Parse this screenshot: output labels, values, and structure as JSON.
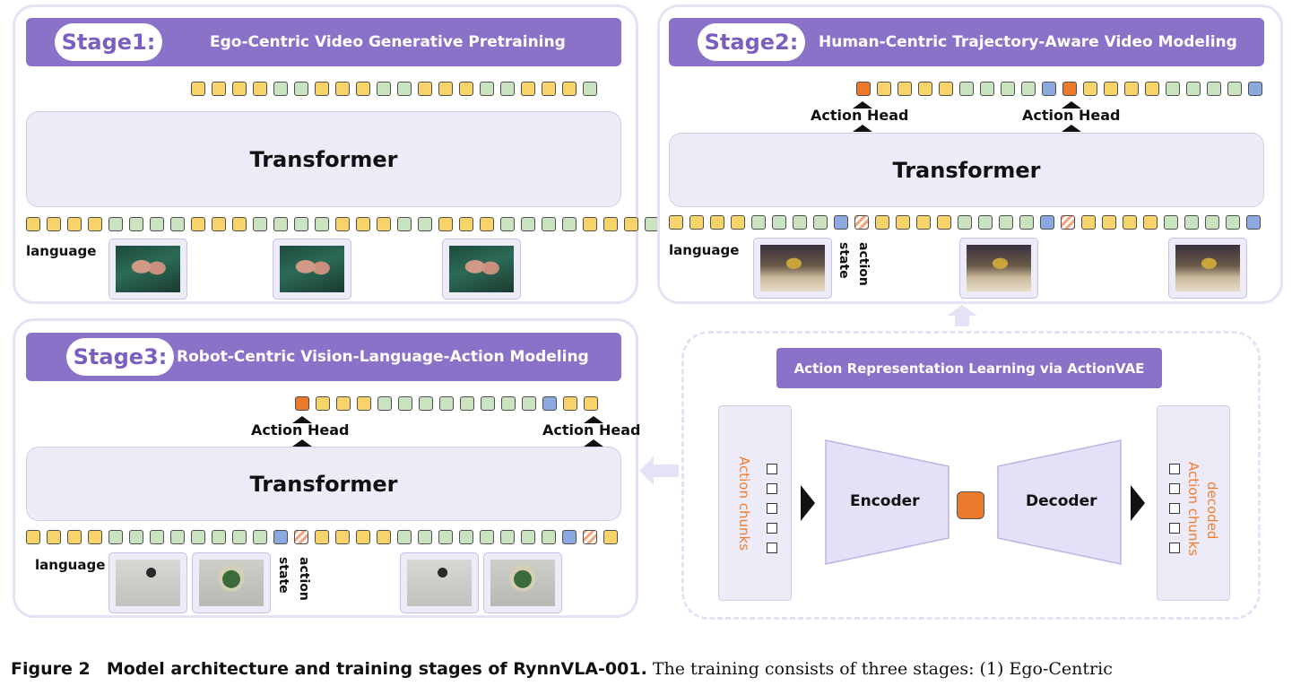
{
  "stage1": {
    "pill": "Stage1:",
    "title": "Ego-Centric Video Generative Pretraining",
    "transformer": "Transformer",
    "language": "language",
    "output_tokens": "yyyyggyyyggyyyggyyyg",
    "input_tokens": "yyyyggggyyyggggyyyggyyyggggyyyg"
  },
  "stage2": {
    "pill": "Stage2:",
    "title": "Human-Centric Trajectory-Aware Video Modeling",
    "transformer": "Transformer",
    "language": "language",
    "action_head_1": "Action Head",
    "action_head_2": "Action Head",
    "state": "state",
    "action": "action",
    "output_tokens": "oyyyyggggboyyyyggggb",
    "input_tokens": "yyyyggggbsyyyyggggbsyyyyggggb"
  },
  "stage3": {
    "pill": "Stage3:",
    "title": "Robot-Centric Vision-Language-Action Modeling",
    "transformer": "Transformer",
    "language": "language",
    "action_head_1": "Action Head",
    "action_head_2": "Action Head",
    "state": "state",
    "action": "action",
    "output_tokens": "oyyyggggggggbyy",
    "input_tokens": "yyyyggggggggbsyyyyggggggggbsy"
  },
  "vae": {
    "title": "Action Representation Learning via ActionVAE",
    "encoder": "Encoder",
    "decoder": "Decoder",
    "action_chunks": "Action chunks",
    "decoded_1": "decoded",
    "decoded_2": "Action chunks",
    "colors": {
      "accent": "#8a72c9",
      "orange": "#ef7d2e"
    }
  },
  "caption": {
    "label": "Figure 2",
    "bold": "Model architecture and training stages of RynnVLA-001.",
    "text": "The training consists of three stages: (1) Ego-Centric"
  }
}
